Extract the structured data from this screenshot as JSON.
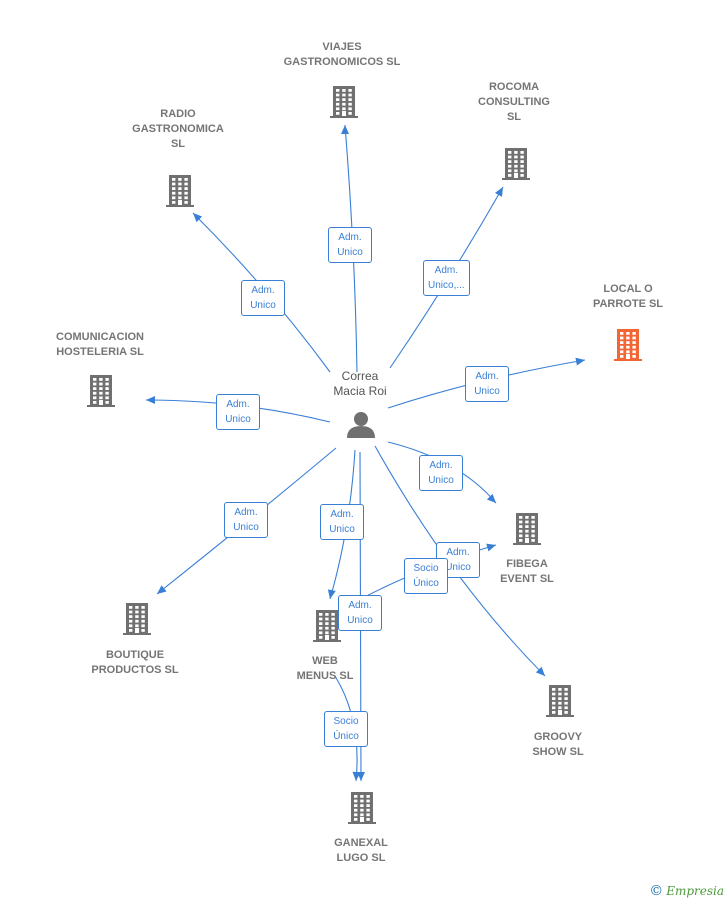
{
  "center": {
    "label": "Correa\nMacia Roi",
    "icon": "person-icon"
  },
  "companies": [
    {
      "id": "viajes",
      "label": "VIAJES\nGASTRONOMICOS SL",
      "highlight": false
    },
    {
      "id": "rocoma",
      "label": "ROCOMA\nCONSULTING\nSL",
      "highlight": false
    },
    {
      "id": "radio",
      "label": "RADIO\nGASTRONOMICA\nSL",
      "highlight": false
    },
    {
      "id": "local",
      "label": "LOCAL O\nPARROTE  SL",
      "highlight": true
    },
    {
      "id": "comunicacion",
      "label": "COMUNICACION\nHOSTELERIA SL",
      "highlight": false
    },
    {
      "id": "fibega",
      "label": "FIBEGA\nEVENT  SL",
      "highlight": false
    },
    {
      "id": "boutique",
      "label": "BOUTIQUE\nPRODUCTOS SL",
      "highlight": false
    },
    {
      "id": "web",
      "label": "WEB\nMENUS SL",
      "highlight": false
    },
    {
      "id": "groovy",
      "label": "GROOVY\nSHOW  SL",
      "highlight": false
    },
    {
      "id": "ganexal",
      "label": "GANEXAL\nLUGO  SL",
      "highlight": false
    }
  ],
  "edges": [
    {
      "from": "center",
      "to": "viajes",
      "label": "Adm.\nUnico"
    },
    {
      "from": "center",
      "to": "rocoma",
      "label": "Adm.\nUnico,..."
    },
    {
      "from": "center",
      "to": "radio",
      "label": "Adm.\nUnico"
    },
    {
      "from": "center",
      "to": "local",
      "label": "Adm.\nUnico"
    },
    {
      "from": "center",
      "to": "comunicacion",
      "label": "Adm.\nUnico"
    },
    {
      "from": "center",
      "to": "fibega",
      "label": "Adm.\nUnico"
    },
    {
      "from": "center",
      "to": "boutique",
      "label": "Adm.\nUnico"
    },
    {
      "from": "center",
      "to": "web",
      "label": "Adm.\nUnico"
    },
    {
      "from": "center",
      "to": "groovy",
      "label": "Adm.\nUnico"
    },
    {
      "from": "center",
      "to": "ganexal",
      "label": "Adm.\nUnico"
    },
    {
      "from": "web",
      "to": "fibega",
      "label": "Socio\nÚnico"
    },
    {
      "from": "web",
      "to": "ganexal",
      "label": "Socio\nÚnico"
    }
  ],
  "colors": {
    "edge": "#3a7fd6",
    "building": "#707070",
    "highlight": "#f26534",
    "person": "#707070"
  },
  "footer": {
    "copyright_symbol": "©",
    "brand": "Empresia"
  }
}
